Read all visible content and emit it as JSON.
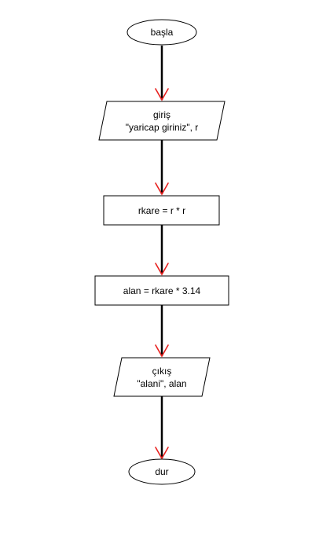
{
  "flowchart": {
    "start": {
      "label": "başla"
    },
    "input": {
      "line1": "giriş",
      "line2": "\"yaricap giriniz\", r"
    },
    "process1": {
      "label": "rkare = r * r"
    },
    "process2": {
      "label": "alan = rkare * 3.14"
    },
    "output": {
      "line1": "çıkış",
      "line2": "\"alani\", alan"
    },
    "end": {
      "label": "dur"
    }
  },
  "colors": {
    "line": "#000000",
    "arrowhead": "#e8201e",
    "shape_fill": "#ffffff",
    "shape_stroke": "#000000",
    "background": "#ffffff"
  }
}
